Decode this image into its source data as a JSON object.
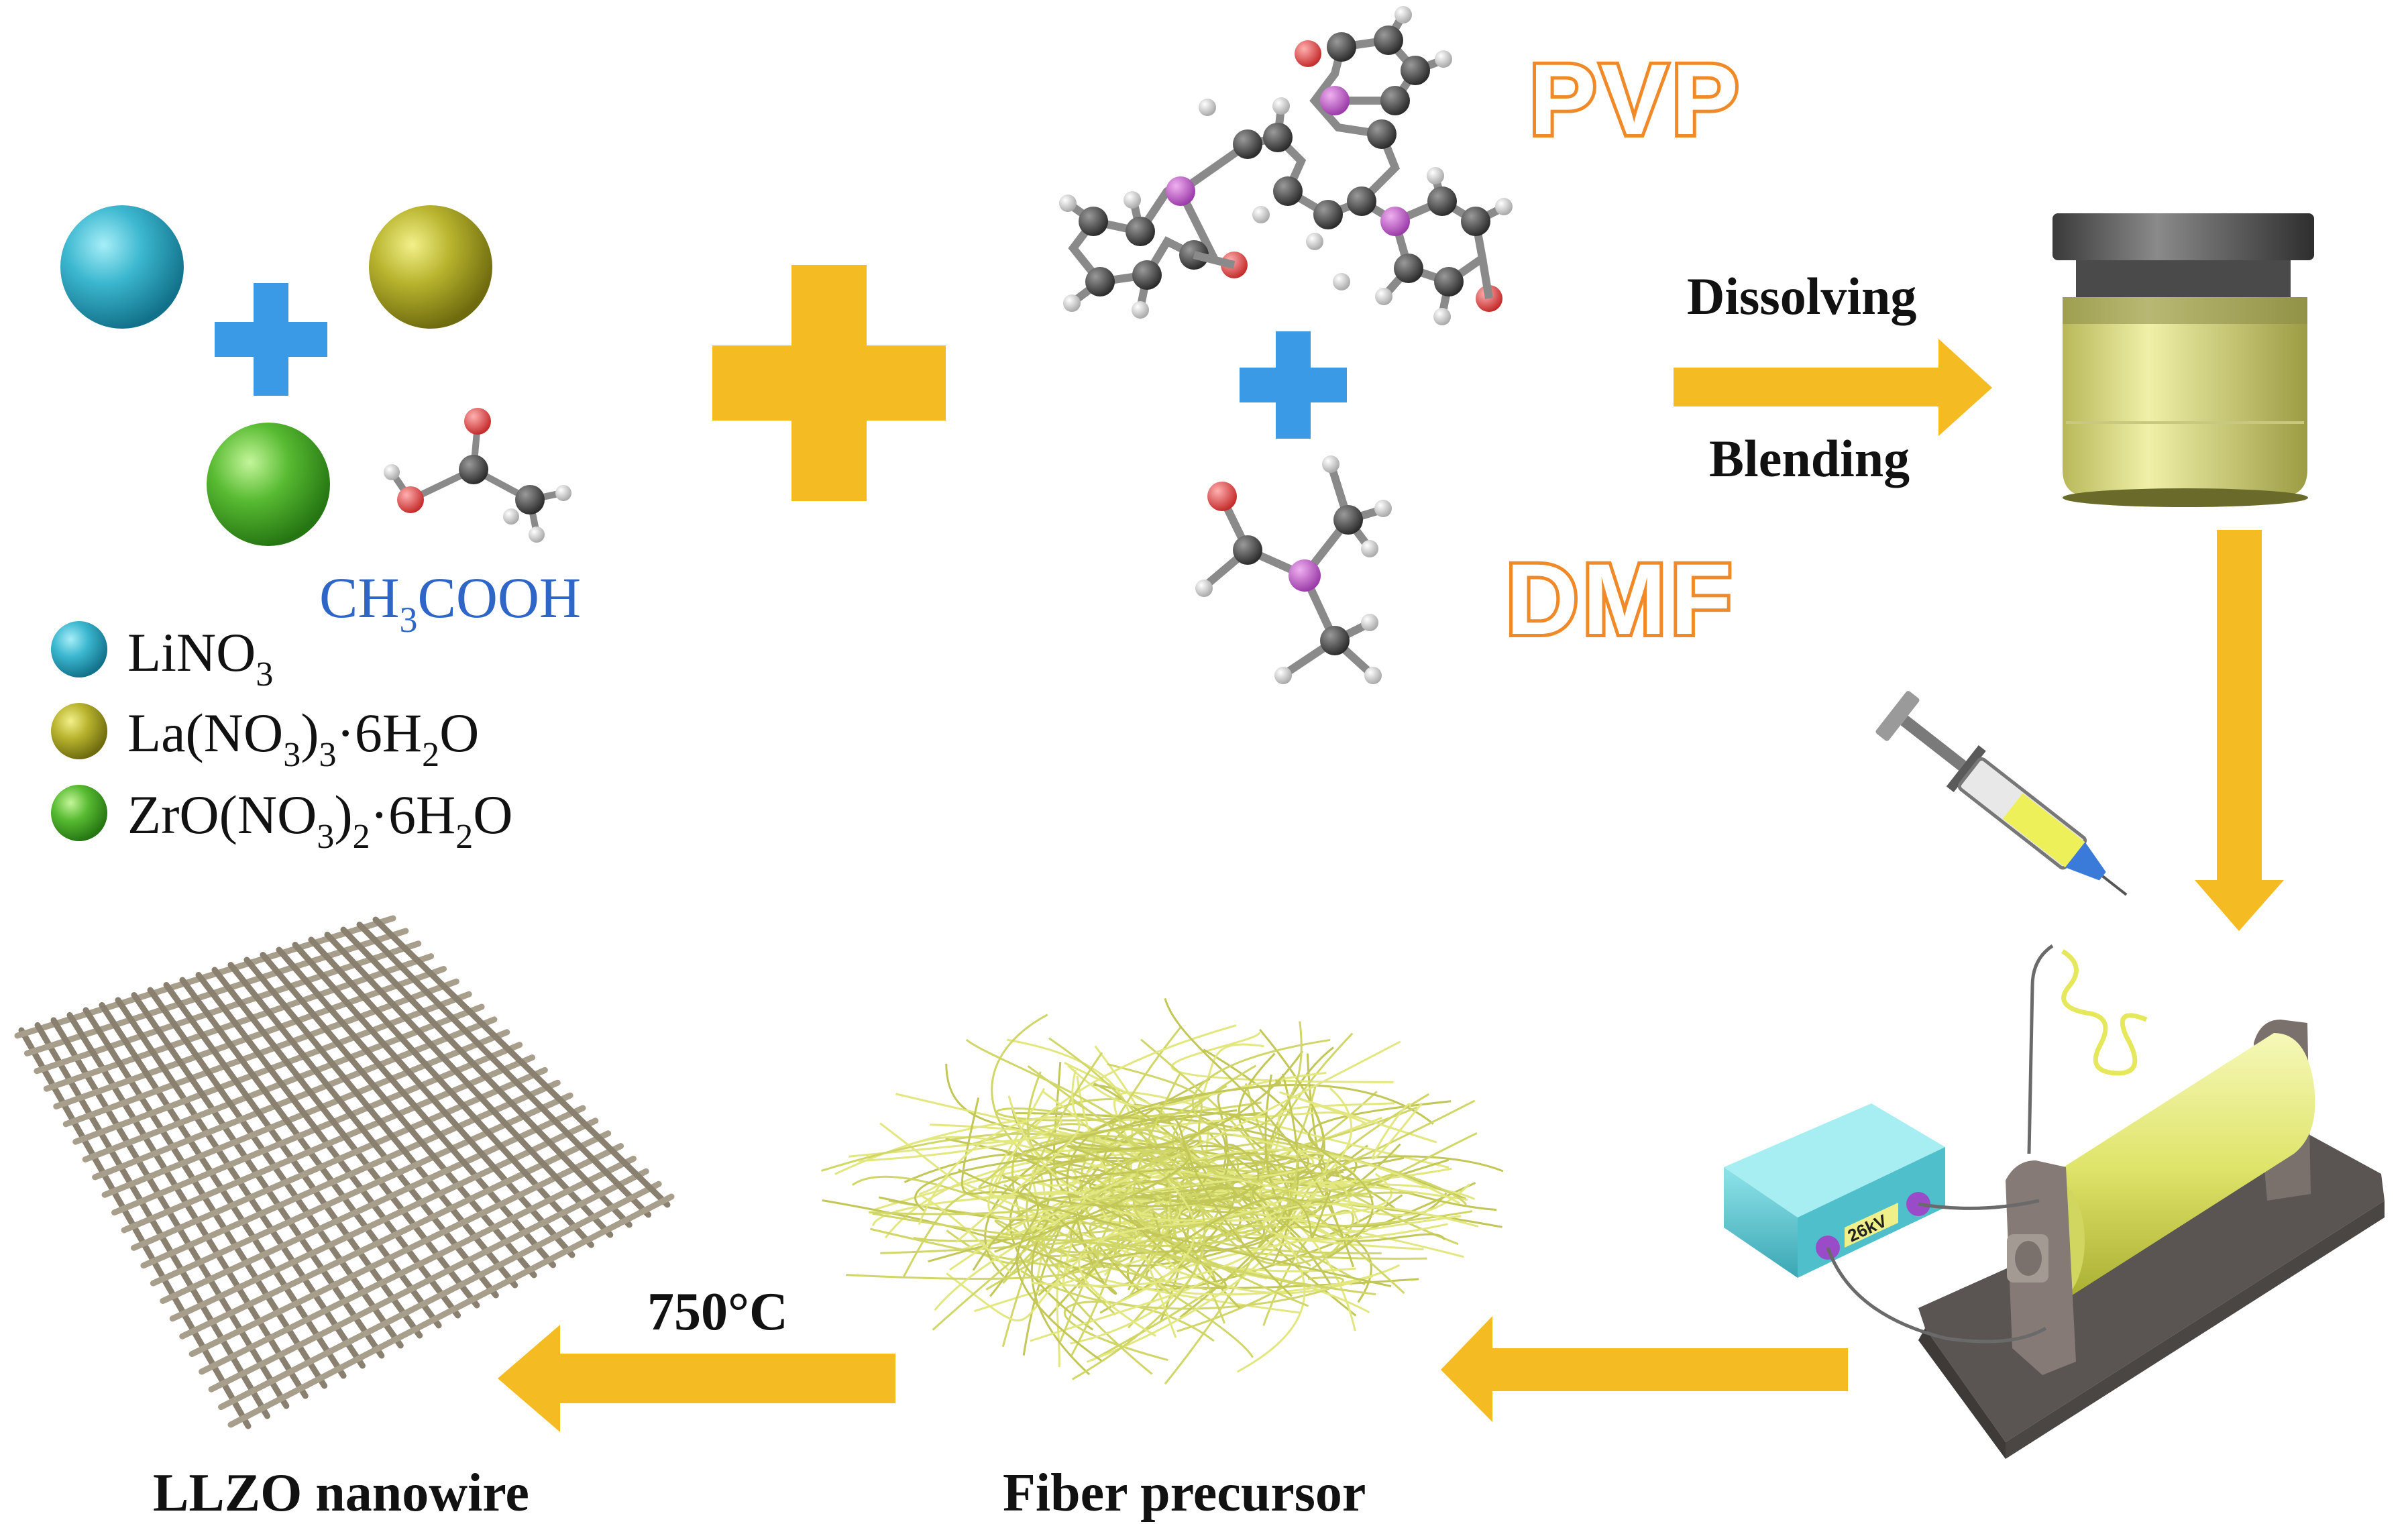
{
  "reagents": {
    "acid": "CH",
    "acid_sub": "3",
    "acid_tail": "COOH",
    "legend": [
      {
        "text": "LiNO",
        "sub": "3",
        "tail": "",
        "color": "#2fa9c0"
      },
      {
        "text": "La(NO",
        "sub": "3",
        "tail": ")",
        "sub2": "3",
        "tail2": "·6H",
        "sub3": "2",
        "tail3": "O",
        "color": "#a8a42a"
      },
      {
        "text": "ZrO(NO",
        "sub": "3",
        "tail": ")",
        "sub2": "2",
        "tail2": "·6H",
        "sub3": "2",
        "tail3": "O",
        "color": "#4cae2e"
      }
    ]
  },
  "solvents": {
    "polymer": "PVP",
    "solvent": "DMF"
  },
  "steps": {
    "dissolving": "Dissolving",
    "blending": "Blending",
    "temperature": "750°C",
    "voltage": "26kV"
  },
  "products": {
    "fiber": "Fiber precursor",
    "nanowire": "LLZO nanowire"
  },
  "colors": {
    "arrow": "#f5bb22",
    "plus_blue": "#3a9ae6",
    "text_orange": "#f08a28",
    "acid_blue": "#2e66c8",
    "fiber": "#d6de5a"
  }
}
